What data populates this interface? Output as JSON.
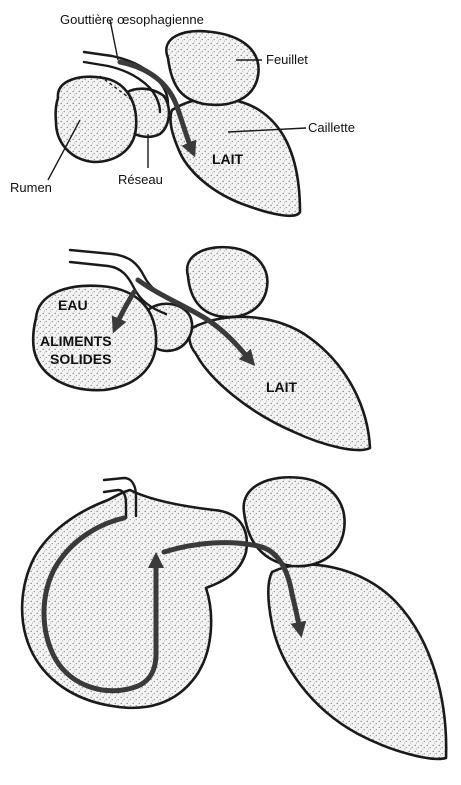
{
  "diagram1": {
    "labels": {
      "gouttiere": "Gouttière œsophagienne",
      "feuillet": "Feuillet",
      "caillette": "Caillette",
      "rumen": "Rumen",
      "reseau": "Réseau",
      "lait": "LAIT"
    }
  },
  "diagram2": {
    "labels": {
      "eau": "EAU",
      "aliments": "ALIMENTS",
      "solides": "SOLIDES",
      "lait": "LAIT"
    }
  },
  "colors": {
    "outline": "#1a1a1a",
    "stipple": "#b8b8b8",
    "arrow": "#3a3a3a",
    "background": "#ffffff"
  }
}
